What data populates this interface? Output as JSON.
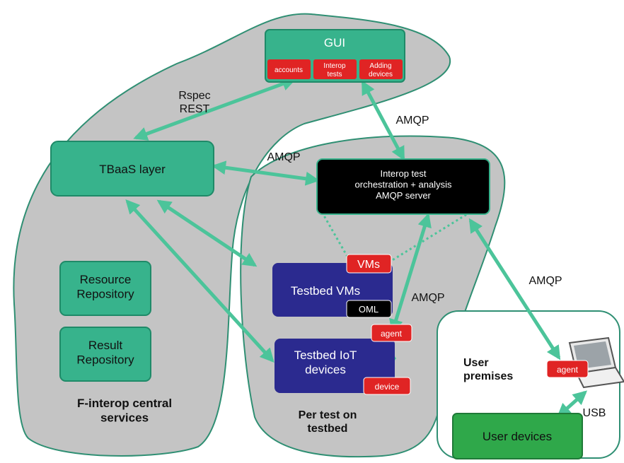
{
  "colors": {
    "region_fill": "#c4c4c4",
    "region_stroke": "#2f8f73",
    "teal": "#37b38c",
    "teal_stroke": "#1f8a68",
    "red": "#e02424",
    "navy": "#2b2a8f",
    "black": "#000000",
    "green": "#2fa84a",
    "arrow": "#4cc49a"
  },
  "regions": {
    "central": "F-interop central\nservices",
    "testbed": "Per test on\ntestbed",
    "user": "User\npremises"
  },
  "gui": {
    "title": "GUI",
    "tabs": [
      "accounts",
      "Interop\ntests",
      "Adding\ndevices"
    ]
  },
  "tbaas": "TBaaS layer",
  "resource_repo": "Resource\nRepository",
  "result_repo": "Result\nRepository",
  "orchestrator": "Interop test\norchestration + analysis\nAMQP server",
  "testbed_vms": {
    "label": "Testbed VMs",
    "vms_badge": "VMs",
    "oml_badge": "OML"
  },
  "testbed_iot": {
    "label": "Testbed IoT\ndevices",
    "agent_badge": "agent",
    "device_badge": "device"
  },
  "user": {
    "agent_badge": "agent",
    "devices": "User devices",
    "laptop_icon": "laptop-icon"
  },
  "edge_labels": {
    "rspec": "Rspec\nREST",
    "amqp_top": "AMQP",
    "amqp_left": "AMQP",
    "amqp_mid": "AMQP",
    "amqp_right": "AMQP",
    "usb": "USB"
  }
}
